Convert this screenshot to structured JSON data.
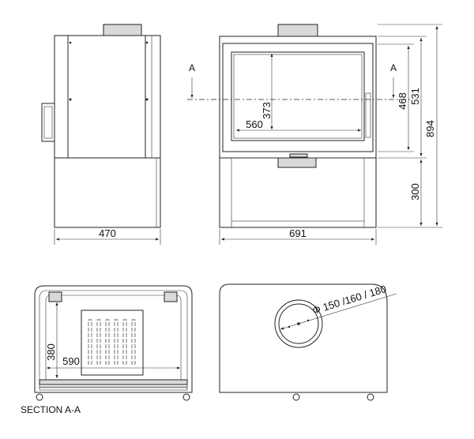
{
  "dimensions": {
    "side_width": "470",
    "front_width": "691",
    "glass_width": "560",
    "glass_height": "373",
    "door_height": "468",
    "body_height": "531",
    "total_height": "894",
    "stand_height": "300",
    "section_height": "380",
    "section_width": "590",
    "flue_diameters": "Φ 150 /160 / 180"
  },
  "section_markers": {
    "left": "A",
    "right": "A"
  },
  "caption": "SECTION A-A",
  "colors": {
    "line": "#222222",
    "fill": "#d9d9d9",
    "background": "#ffffff"
  }
}
